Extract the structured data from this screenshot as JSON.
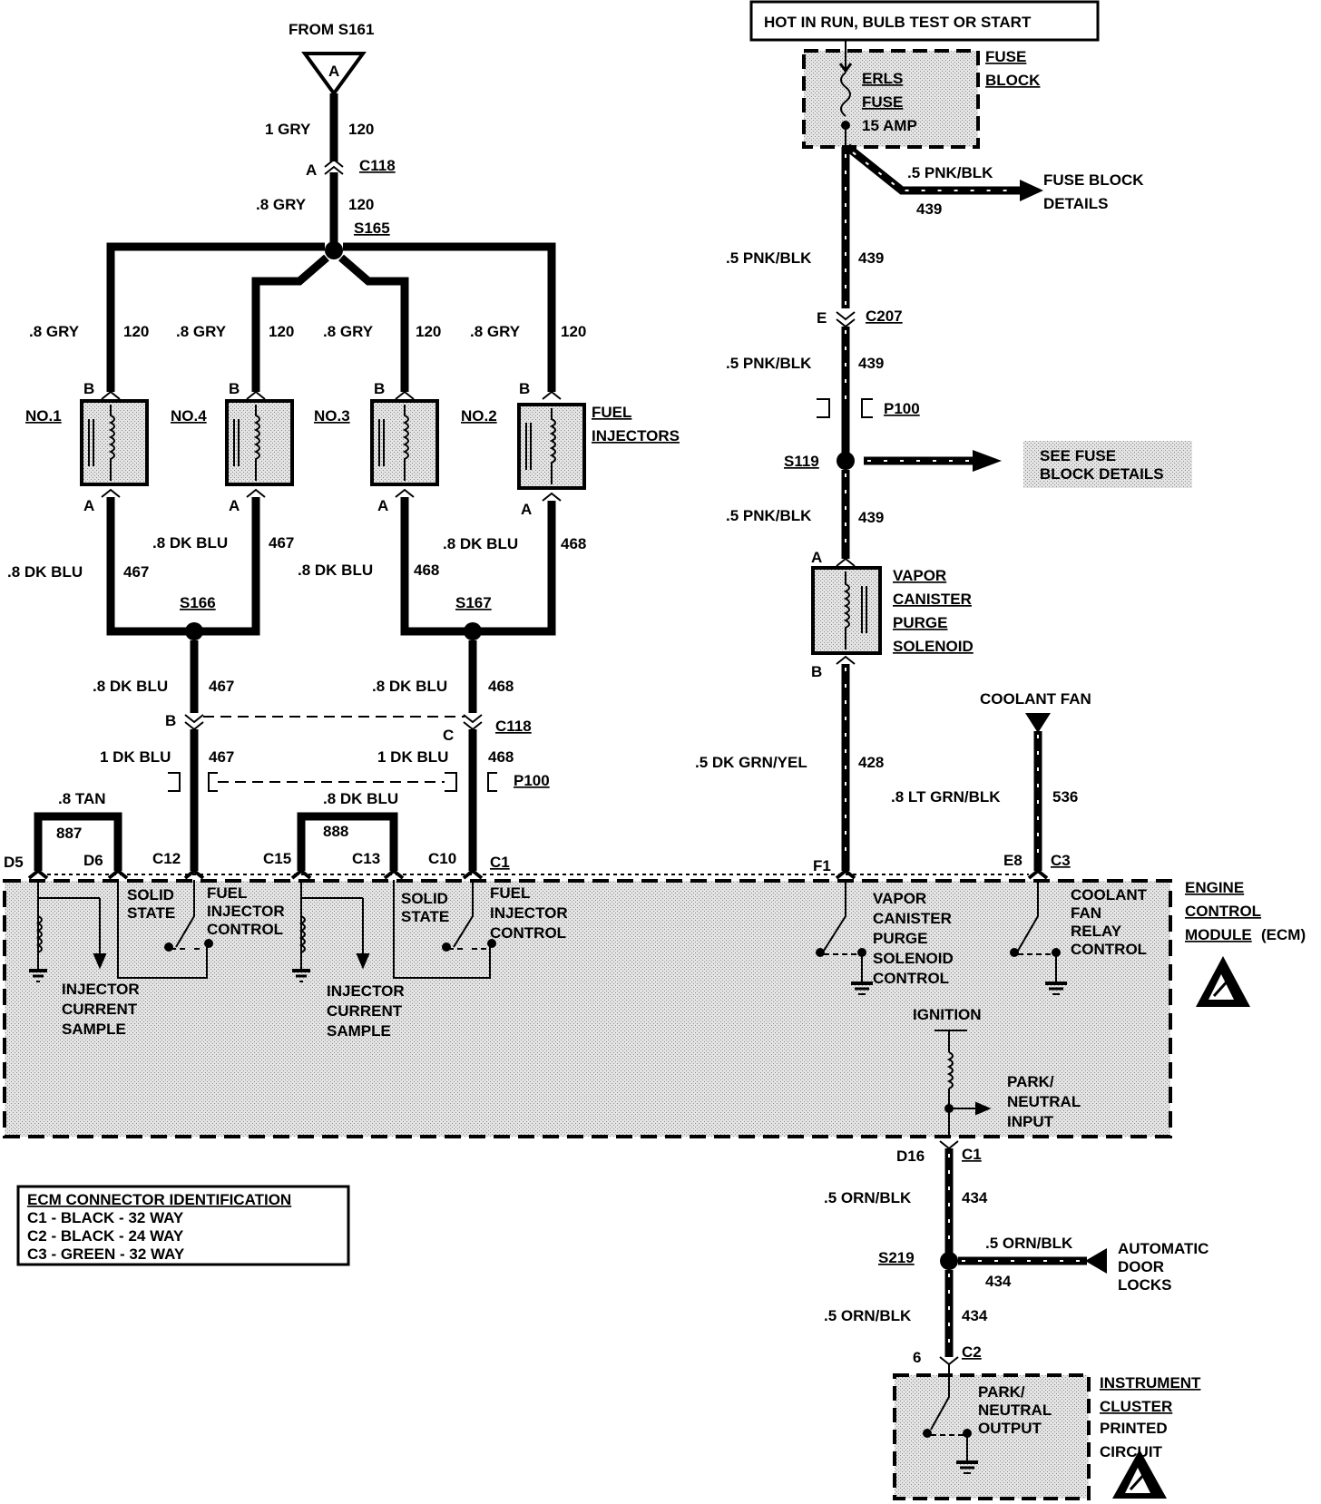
{
  "top_left": {
    "from_label": "FROM S161",
    "connector_a": "A",
    "wire1_size": "1 GRY",
    "wire1_circuit": "120",
    "c118_pin": "A",
    "c118": "C118",
    "wire2_size": ".8 GRY",
    "wire2_circuit": "120",
    "s165": "S165"
  },
  "injectors": [
    {
      "label": "NO.1",
      "top_pin": "B",
      "bot_pin": "A",
      "wire_size": ".8 GRY",
      "circuit": "120"
    },
    {
      "label": "NO.4",
      "top_pin": "B",
      "bot_pin": "A",
      "wire_size": ".8 GRY",
      "circuit": "120"
    },
    {
      "label": "NO.3",
      "top_pin": "B",
      "bot_pin": "A",
      "wire_size": ".8 GRY",
      "circuit": "120"
    },
    {
      "label": "NO.2",
      "top_pin": "B",
      "bot_pin": "A",
      "wire_size": ".8 GRY",
      "circuit": "120"
    }
  ],
  "fuel_injectors_label": [
    "FUEL",
    "INJECTORS"
  ],
  "bottom_wires": {
    "w1": ".8 DK BLU",
    "w1c": "467",
    "w4": ".8 DK BLU",
    "w4c": "467",
    "w3": ".8 DK BLU",
    "w3c": "468",
    "w2": ".8 DK BLU",
    "w2c": "468",
    "s166": "S166",
    "s167": "S167",
    "l1": ".8 DK BLU",
    "l1c": "467",
    "r1": ".8 DK BLU",
    "r1c": "468",
    "pin_b": "B",
    "pin_c": "C",
    "c118": "C118",
    "l2": "1 DK BLU",
    "l2c": "467",
    "r2": "1 DK BLU",
    "r2c": "468",
    "p100": "P100"
  },
  "ecm_pins": {
    "tan": ".8 TAN",
    "tan_c": "887",
    "dkblu": ".8 DK BLU",
    "dkblu_c": "888",
    "d5": "D5",
    "d6": "D6",
    "c12": "C12",
    "c15": "C15",
    "c13": "C13",
    "c10": "C10",
    "c1": "C1",
    "f1": "F1",
    "e8": "E8",
    "c3": "C3"
  },
  "ecm_internal": {
    "solid_state": [
      "SOLID",
      "STATE"
    ],
    "fuel_injector_control": [
      "FUEL",
      "INJECTOR",
      "CONTROL"
    ],
    "injector_current_sample": [
      "INJECTOR",
      "CURRENT",
      "SAMPLE"
    ],
    "vapor_control": [
      "VAPOR",
      "CANISTER",
      "PURGE",
      "SOLENOID",
      "CONTROL"
    ],
    "coolant_control": [
      "COOLANT",
      "FAN",
      "RELAY",
      "CONTROL"
    ],
    "ignition": "IGNITION",
    "park_neutral_input": [
      "PARK/",
      "NEUTRAL",
      "INPUT"
    ]
  },
  "ecm_label": [
    "ENGINE",
    "CONTROL",
    "MODULE",
    "(ECM)"
  ],
  "connector_id": {
    "title": "ECM CONNECTOR IDENTIFICATION",
    "rows": [
      "C1 - BLACK - 32 WAY",
      "C2 - BLACK - 24 WAY",
      "C3 - GREEN - 32 WAY"
    ]
  },
  "right": {
    "hot_label": "HOT IN RUN, BULB TEST OR START",
    "fuse_block": [
      "FUSE",
      "BLOCK"
    ],
    "fuse": [
      "ERLS",
      "FUSE",
      "15 AMP"
    ],
    "pnk_branch": ".5 PNK/BLK",
    "pnk_branch_c": "439",
    "fuse_block_details": [
      "FUSE BLOCK",
      "DETAILS"
    ],
    "w1": ".5 PNK/BLK",
    "w1c": "439",
    "e_pin": "E",
    "c207": "C207",
    "w2": ".5 PNK/BLK",
    "w2c": "439",
    "p100": "P100",
    "s119": "S119",
    "see_fuse": [
      "SEE FUSE",
      "BLOCK DETAILS"
    ],
    "w3": ".5 PNK/BLK",
    "w3c": "439",
    "vapor_a": "A",
    "vapor": [
      "VAPOR",
      "CANISTER",
      "PURGE",
      "SOLENOID"
    ],
    "vapor_b": "B",
    "w4": ".5 DK GRN/YEL",
    "w4c": "428",
    "coolant_fan": "COOLANT FAN",
    "w5": ".8 LT GRN/BLK",
    "w5c": "536",
    "d16": "D16",
    "c1": "C1",
    "w6": ".5 ORN/BLK",
    "w6c": "434",
    "s219": "S219",
    "adl_wire": ".5 ORN/BLK",
    "adl_c": "434",
    "auto_door": [
      "AUTOMATIC",
      "DOOR",
      "LOCKS"
    ],
    "w7": ".5 ORN/BLK",
    "w7c": "434",
    "pin6": "6",
    "c2": "C2",
    "pn_output": [
      "PARK/",
      "NEUTRAL",
      "OUTPUT"
    ],
    "instrument": [
      "INSTRUMENT",
      "CLUSTER",
      "PRINTED",
      "CIRCUIT"
    ]
  }
}
